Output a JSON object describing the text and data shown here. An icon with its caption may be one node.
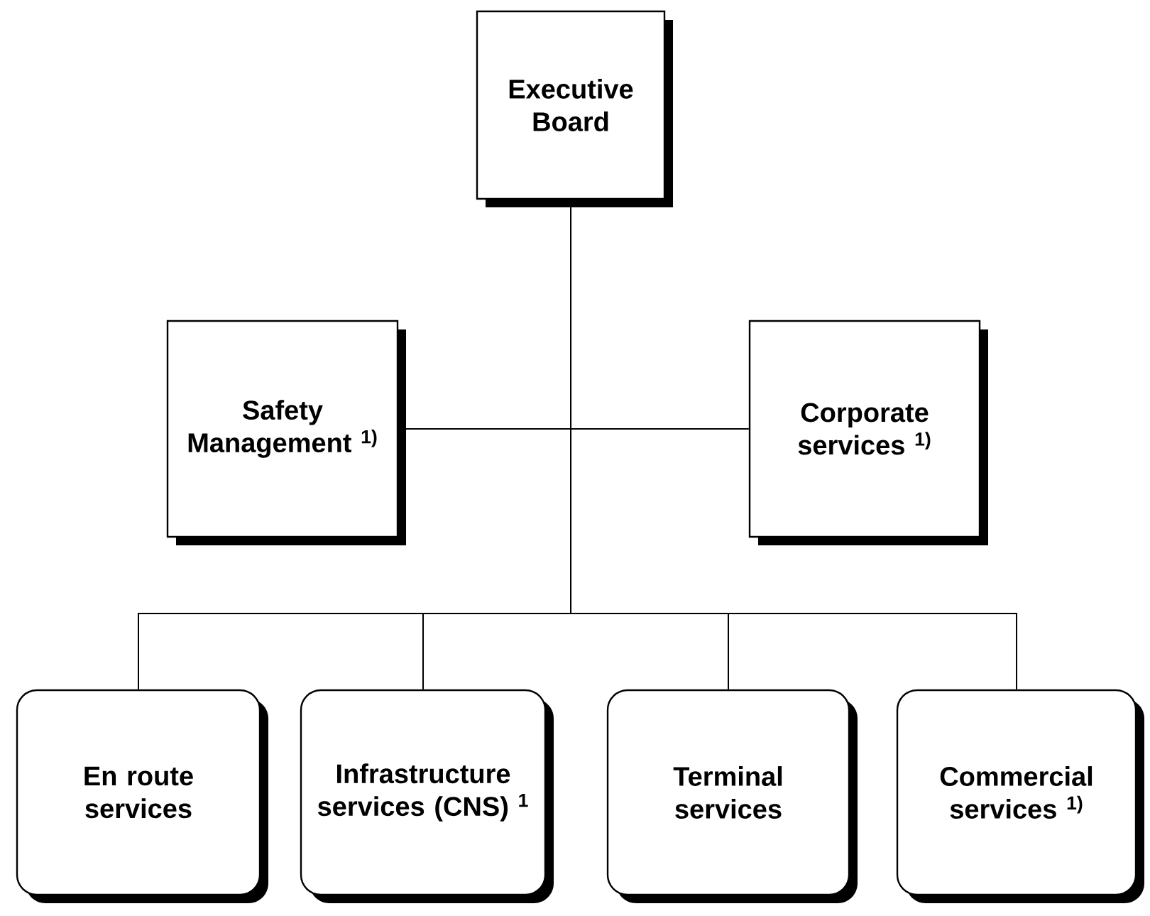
{
  "diagram": {
    "nodes": [
      {
        "text": [
          "Executive Board"
        ]
      },
      {
        "text": [
          "Safety Management $^{1)}$"
        ]
      },
      {
        "text": [
          "Corporate services $^{1)}$"
        ]
      },
      {
        "text": [
          "En route services"
        ]
      },
      {
        "text": [
          "Infrastructure services (CNS) $^{1}$"
        ]
      },
      {
        "text": [
          "Terminal services"
        ]
      },
      {
        "text": [
          "Commercial services $^{1)}$"
        ]
      }
    ],
    "edges": [
      {
        "from": 0,
        "to": 1,
        "arrow": "none"
      },
      {
        "from": 0,
        "to": 2,
        "arrow": "none"
      },
      {
        "from": 0,
        "to": 3,
        "arrow": "none"
      },
      {
        "from": 0,
        "to": 4,
        "arrow": "none"
      },
      {
        "from": 0,
        "to": 5,
        "arrow": "none"
      },
      {
        "from": 0,
        "to": 6,
        "arrow": "none"
      }
    ]
  }
}
